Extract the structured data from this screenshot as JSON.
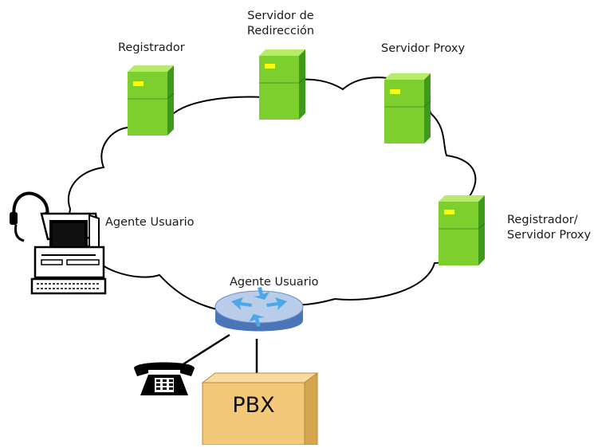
{
  "nodes": {
    "registrar": {
      "label": "Registrador"
    },
    "redirect_server": {
      "label_line1": "Servidor de",
      "label_line2": "Redirección"
    },
    "proxy_server": {
      "label": "Servidor Proxy"
    },
    "registrar_proxy": {
      "label_line1": "Registrador/",
      "label_line2": "Servidor Proxy"
    },
    "user_agent_pc": {
      "label": "Agente Usuario"
    },
    "user_agent_router": {
      "label": "Agente Usuario"
    },
    "pbx": {
      "label": "PBX"
    }
  },
  "icons": {
    "server": "server-tower-icon",
    "computer": "computer-with-headset-icon",
    "router": "router-icon",
    "phone": "telephone-icon",
    "pbx": "pbx-box-icon"
  },
  "colors": {
    "server_front": "#7ccf2d",
    "server_side": "#3f9a1c",
    "server_top": "#b6ec6a",
    "server_led": "#ffff00",
    "router_top": "#b9cdea",
    "router_arrows": "#4aa8e6",
    "pbx_fill": "#f4c879",
    "pbx_side": "#d6a64e",
    "cloud_line": "#000000"
  }
}
